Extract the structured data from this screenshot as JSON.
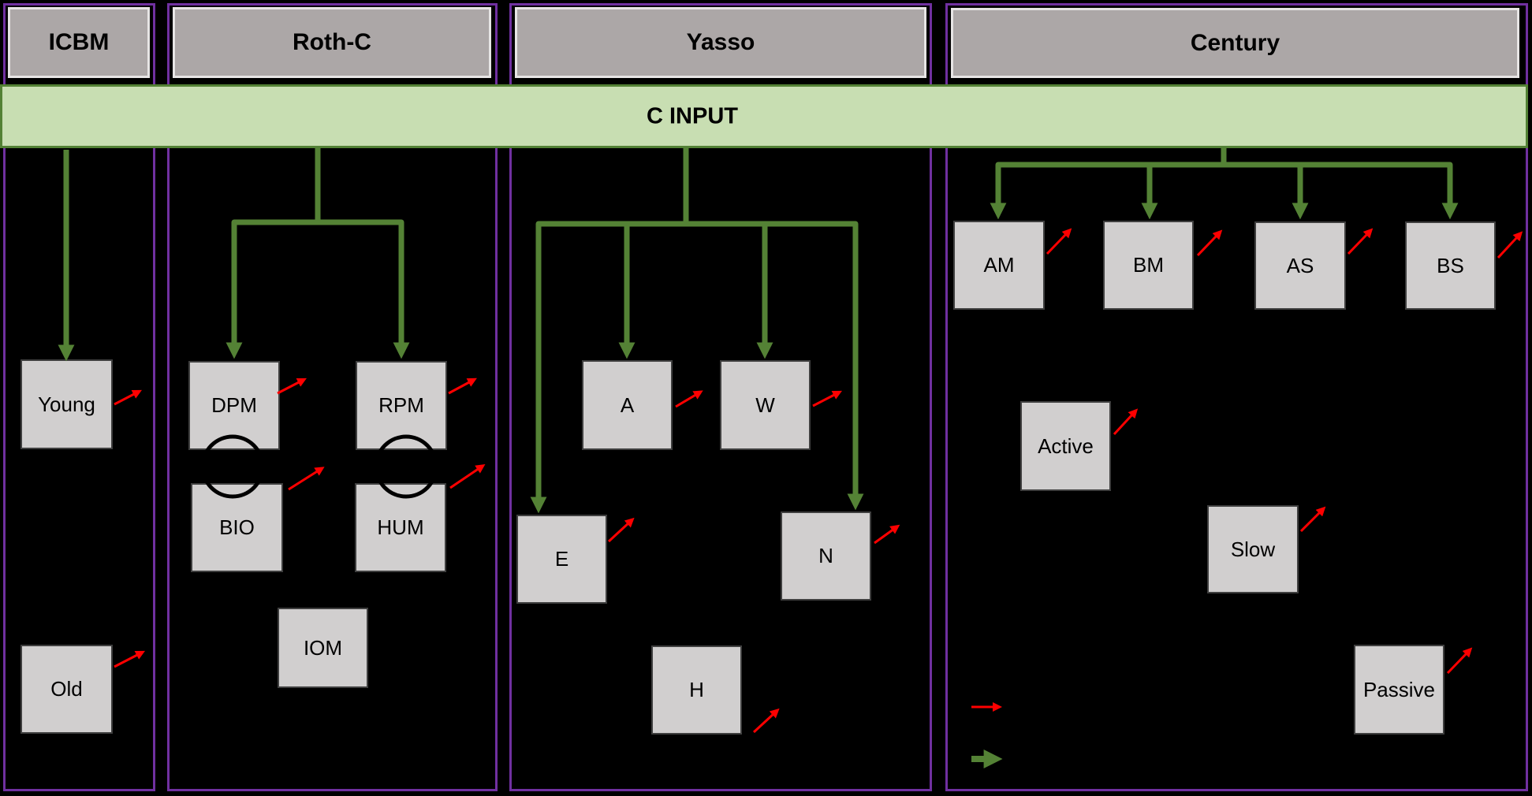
{
  "banner": {
    "label": "C INPUT"
  },
  "panels": {
    "icbm": {
      "title": "ICBM",
      "pools": {
        "young": "Young",
        "old": "Old"
      }
    },
    "rothc": {
      "title": "Roth-C",
      "pools": {
        "dpm": "DPM",
        "rpm": "RPM",
        "bio": "BIO",
        "hum": "HUM",
        "iom": "IOM"
      }
    },
    "yasso": {
      "title": "Yasso",
      "pools": {
        "a": "A",
        "w": "W",
        "e": "E",
        "n": "N",
        "h": "H"
      }
    },
    "century": {
      "title": "Century",
      "pools": {
        "am": "AM",
        "bm": "BM",
        "as": "AS",
        "bs": "BS",
        "active": "Active",
        "slow": "Slow",
        "passive": "Passive"
      }
    }
  },
  "icons": {
    "red_arrow": "co2-flux-arrow",
    "green_arrow": "c-input-flux-arrow"
  },
  "colors": {
    "bg": "#000000",
    "purple": "#7030a0",
    "green": "#548235",
    "green-dark": "#538135",
    "banner-fill": "#c8deb2",
    "header-fill": "#aca7a7",
    "header-border": "#e7e5e5",
    "pool-fill": "#d1cfcf",
    "pool-border": "#3f3f3f",
    "red": "#ff0000",
    "ink": "#000000"
  }
}
